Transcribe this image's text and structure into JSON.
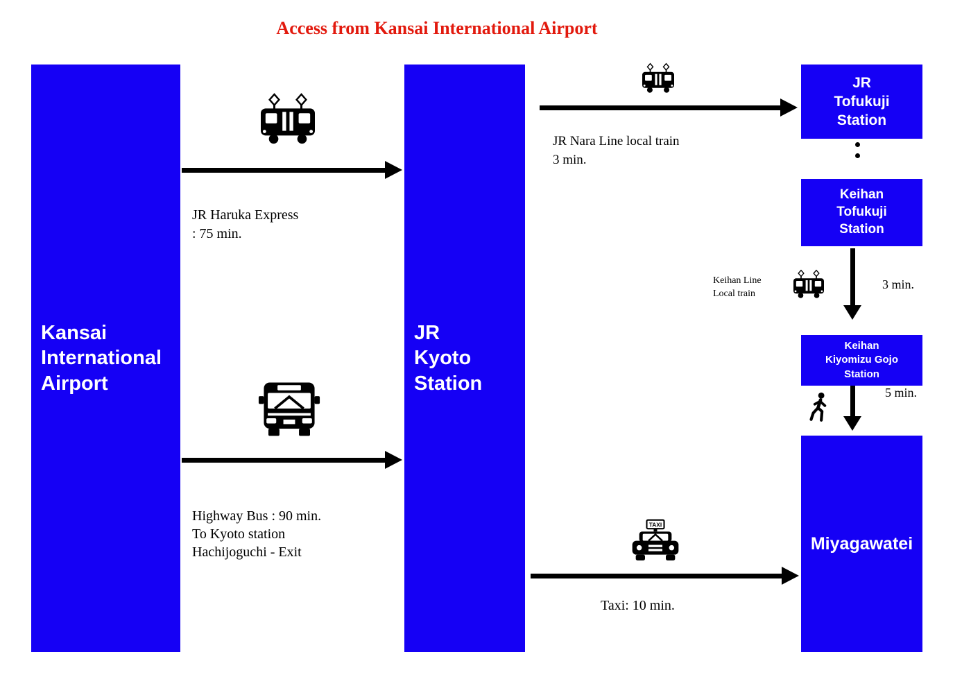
{
  "title": "Access from Kansai International Airport",
  "colors": {
    "node_blue": "#1500F5",
    "title_red": "#E2190D",
    "arrow_black": "#000000"
  },
  "nodes": {
    "kansai": {
      "lines": [
        "Kansai",
        "International",
        "Airport"
      ]
    },
    "jr_kyoto": {
      "lines": [
        "JR",
        "Kyoto",
        "Station"
      ]
    },
    "jr_tofukuji": {
      "lines": [
        "JR",
        "Tofukuji",
        "Station"
      ]
    },
    "keihan_tofukuji": {
      "lines": [
        "Keihan",
        "Tofukuji",
        "Station"
      ]
    },
    "keihan_kiyomizu_gojo": {
      "lines": [
        "Keihan",
        "Kiyomizu Gojo",
        "Station"
      ]
    },
    "miyagawatei": {
      "lines": [
        "Miyagawatei"
      ]
    }
  },
  "routes": {
    "haruka_express": {
      "icon": "train-icon",
      "lines": [
        "JR Haruka Express",
        ": 75 min."
      ]
    },
    "highway_bus": {
      "icon": "bus-icon",
      "lines": [
        "Highway Bus : 90 min.",
        "To Kyoto station",
        "Hachijoguchi - Exit"
      ]
    },
    "jr_nara_line": {
      "icon": "train-icon",
      "lines": [
        "JR Nara Line local train",
        "3 min."
      ]
    },
    "keihan_line": {
      "icon": "train-icon",
      "lines": [
        "Keihan Line",
        "Local train"
      ],
      "duration": "3 min."
    },
    "walk": {
      "icon": "walk-icon",
      "duration": "5 min."
    },
    "taxi": {
      "icon": "taxi-icon",
      "label": "Taxi: 10 min."
    }
  }
}
